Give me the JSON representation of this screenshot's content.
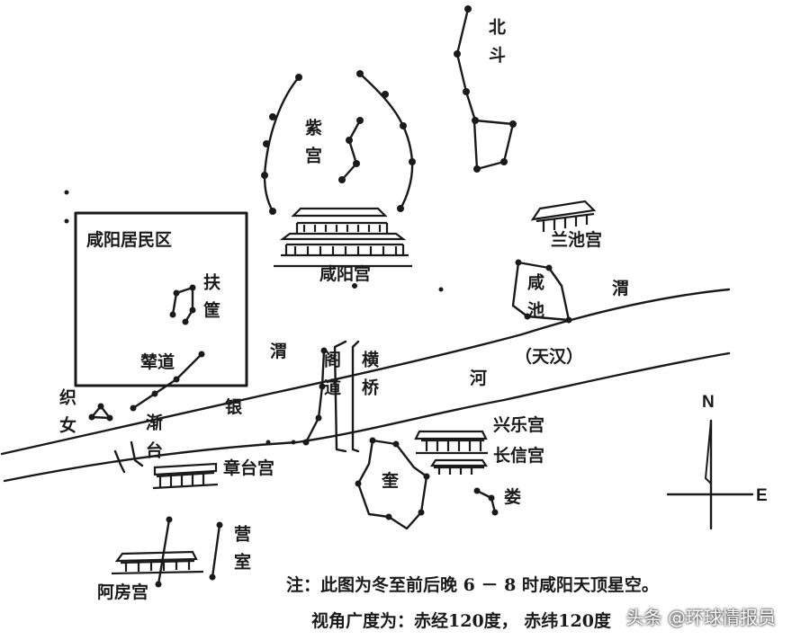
{
  "labels": {
    "beidou": "北斗",
    "zigong": "紫宫",
    "xianyang_palace": "咸阳宫",
    "lanchi_palace": "兰池宫",
    "xianchi": "咸池",
    "residential": "咸阳居民区",
    "fuzhi": "扶筐",
    "niandao": "辇道",
    "zhinu": "织女",
    "jiantai": "渐台",
    "zhangtai_palace": "章台宫",
    "gedao": "阁道",
    "hengqiao": "横桥",
    "wei": "渭",
    "yin": "银",
    "he": "河",
    "wei_river_right": "渭",
    "tianhan": "（天汉）",
    "xingle_palace": "兴乐宫",
    "changxin_palace": "长信宫",
    "kui": "奎",
    "lou": "娄",
    "yingshi": "营室",
    "afang_palace": "阿房宫",
    "north": "N",
    "east": "E"
  },
  "note": {
    "line1": "注：此图为冬至前后晚 6 － 8 时咸阳天顶星空。",
    "line2": "视角广度为：赤经120度，  赤纬120度"
  },
  "watermark": "头条 @环球情报员"
}
